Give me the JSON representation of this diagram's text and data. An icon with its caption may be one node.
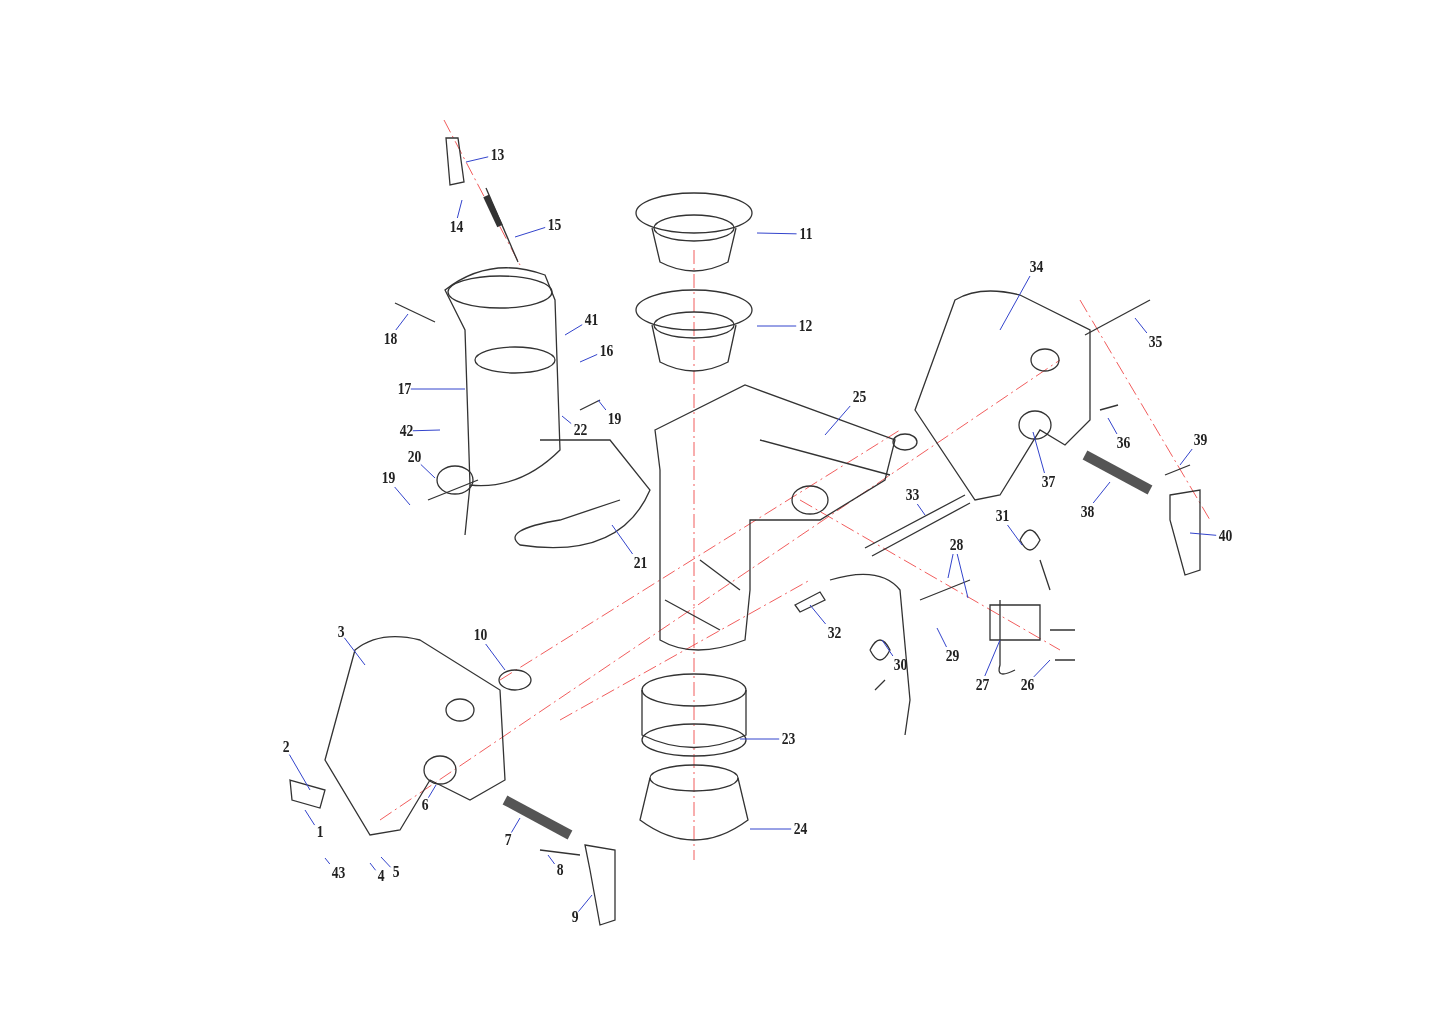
{
  "diagram": {
    "nodes": [
      {
        "text": [
          "13"
        ]
      },
      {
        "text": [
          "14"
        ]
      },
      {
        "text": [
          "15"
        ]
      },
      {
        "text": [
          "11"
        ]
      },
      {
        "text": [
          "34"
        ]
      },
      {
        "text": [
          "41"
        ]
      },
      {
        "text": [
          "12"
        ]
      },
      {
        "text": [
          "18"
        ]
      },
      {
        "text": [
          "35"
        ]
      },
      {
        "text": [
          "16"
        ]
      },
      {
        "text": [
          "17"
        ]
      },
      {
        "text": [
          "25"
        ]
      },
      {
        "text": [
          "19"
        ]
      },
      {
        "text": [
          "42"
        ]
      },
      {
        "text": [
          "22"
        ]
      },
      {
        "text": [
          "39"
        ]
      },
      {
        "text": [
          "36"
        ]
      },
      {
        "text": [
          "20"
        ]
      },
      {
        "text": [
          "19"
        ]
      },
      {
        "text": [
          "37"
        ]
      },
      {
        "text": [
          "33"
        ]
      },
      {
        "text": [
          "38"
        ]
      },
      {
        "text": [
          "31"
        ]
      },
      {
        "text": [
          "40"
        ]
      },
      {
        "text": [
          "28"
        ]
      },
      {
        "text": [
          "21"
        ]
      },
      {
        "text": [
          "3"
        ]
      },
      {
        "text": [
          "32"
        ]
      },
      {
        "text": [
          "10"
        ]
      },
      {
        "text": [
          "29"
        ]
      },
      {
        "text": [
          "30"
        ]
      },
      {
        "text": [
          "27"
        ]
      },
      {
        "text": [
          "26"
        ]
      },
      {
        "text": [
          "23"
        ]
      },
      {
        "text": [
          "2"
        ]
      },
      {
        "text": [
          "6"
        ]
      },
      {
        "text": [
          "1"
        ]
      },
      {
        "text": [
          "24"
        ]
      },
      {
        "text": [
          "7"
        ]
      },
      {
        "text": [
          "43"
        ]
      },
      {
        "text": [
          "4"
        ]
      },
      {
        "text": [
          "5"
        ]
      },
      {
        "text": [
          "8"
        ]
      },
      {
        "text": [
          "9"
        ]
      }
    ],
    "edges": [
      {
        "from": 0,
        "to": null,
        "arrow": "none"
      },
      {
        "from": 1,
        "to": null,
        "arrow": "none"
      },
      {
        "from": 2,
        "to": null,
        "arrow": "none"
      },
      {
        "from": 3,
        "to": null,
        "arrow": "none"
      },
      {
        "from": 4,
        "to": null,
        "arrow": "none"
      },
      {
        "from": 5,
        "to": null,
        "arrow": "none"
      },
      {
        "from": 6,
        "to": null,
        "arrow": "none"
      },
      {
        "from": 7,
        "to": null,
        "arrow": "none"
      },
      {
        "from": 8,
        "to": null,
        "arrow": "none"
      },
      {
        "from": 9,
        "to": null,
        "arrow": "none"
      },
      {
        "from": 10,
        "to": null,
        "arrow": "none"
      },
      {
        "from": 11,
        "to": null,
        "arrow": "none"
      },
      {
        "from": 12,
        "to": null,
        "arrow": "none"
      },
      {
        "from": 13,
        "to": null,
        "arrow": "none"
      },
      {
        "from": 14,
        "to": null,
        "arrow": "none"
      },
      {
        "from": 15,
        "to": null,
        "arrow": "none"
      },
      {
        "from": 16,
        "to": null,
        "arrow": "none"
      },
      {
        "from": 17,
        "to": null,
        "arrow": "none"
      },
      {
        "from": 18,
        "to": null,
        "arrow": "none"
      },
      {
        "from": 19,
        "to": null,
        "arrow": "none"
      },
      {
        "from": 20,
        "to": null,
        "arrow": "none"
      },
      {
        "from": 21,
        "to": null,
        "arrow": "none"
      },
      {
        "from": 22,
        "to": null,
        "arrow": "none"
      },
      {
        "from": 23,
        "to": null,
        "arrow": "none"
      },
      {
        "from": 24,
        "to": null,
        "arrow": "none"
      },
      {
        "from": 24,
        "to": null,
        "arrow": "none"
      },
      {
        "from": 25,
        "to": null,
        "arrow": "none"
      },
      {
        "from": 26,
        "to": null,
        "arrow": "none"
      },
      {
        "from": 27,
        "to": null,
        "arrow": "none"
      },
      {
        "from": 28,
        "to": null,
        "arrow": "none"
      },
      {
        "from": 29,
        "to": null,
        "arrow": "none"
      },
      {
        "from": 30,
        "to": null,
        "arrow": "none"
      },
      {
        "from": 31,
        "to": null,
        "arrow": "none"
      },
      {
        "from": 32,
        "to": null,
        "arrow": "none"
      },
      {
        "from": 33,
        "to": null,
        "arrow": "none"
      },
      {
        "from": 34,
        "to": null,
        "arrow": "none"
      },
      {
        "from": 35,
        "to": null,
        "arrow": "none"
      },
      {
        "from": 36,
        "to": null,
        "arrow": "none"
      },
      {
        "from": 37,
        "to": null,
        "arrow": "none"
      },
      {
        "from": 38,
        "to": null,
        "arrow": "none"
      },
      {
        "from": 39,
        "to": null,
        "arrow": "none"
      },
      {
        "from": 40,
        "to": null,
        "arrow": "none"
      },
      {
        "from": 41,
        "to": null,
        "arrow": "none"
      },
      {
        "from": 42,
        "to": null,
        "arrow": "none"
      },
      {
        "from": 43,
        "to": null,
        "arrow": "none"
      }
    ]
  }
}
